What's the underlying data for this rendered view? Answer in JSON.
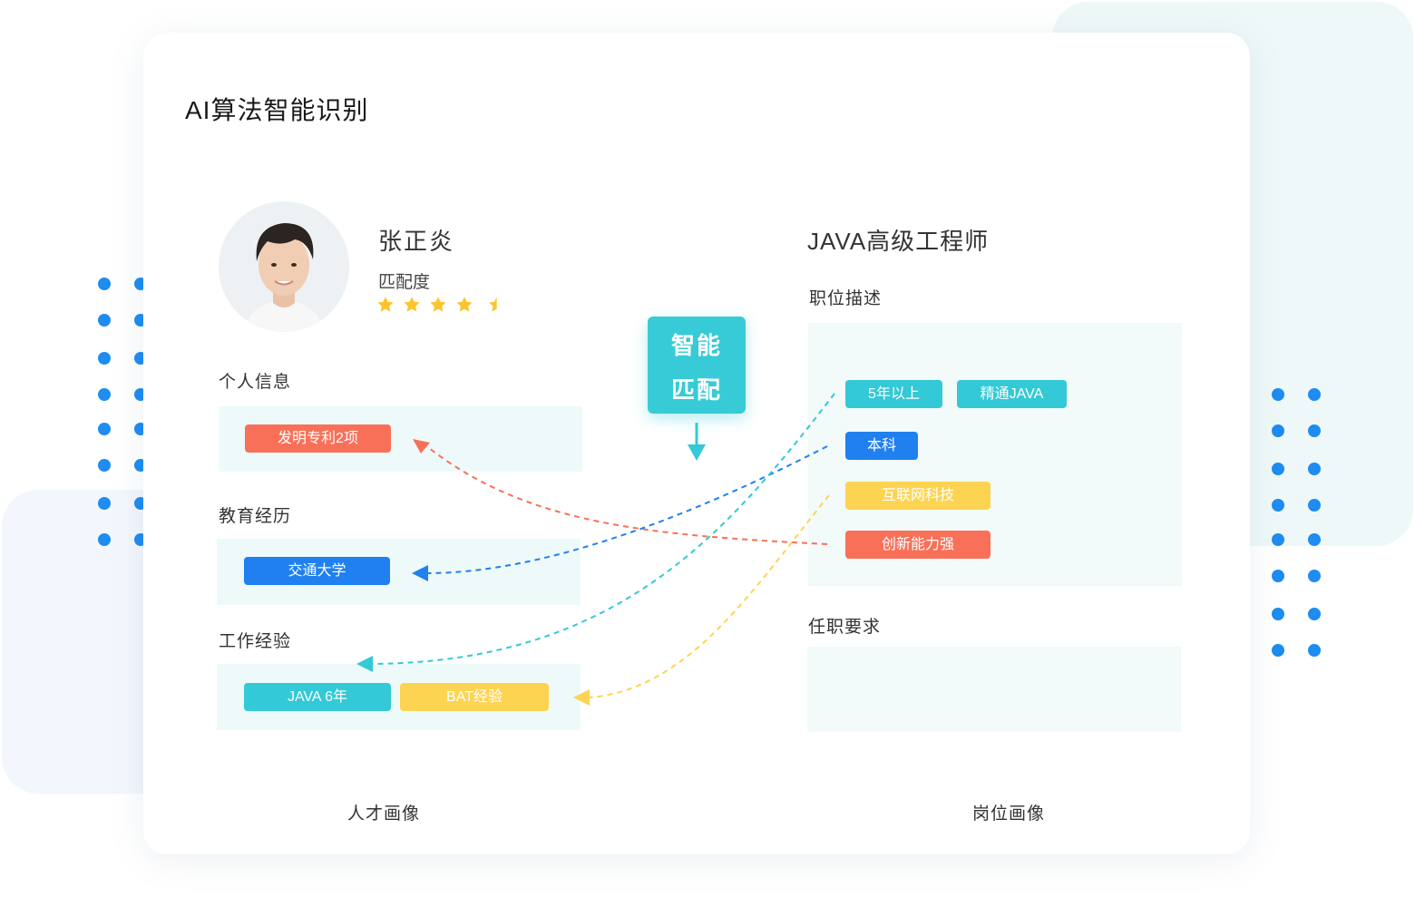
{
  "title": "AI算法智能识别",
  "candidate": {
    "name": "张正炎",
    "match_label": "匹配度",
    "rating": 4.5,
    "rating_max": 5
  },
  "sections": {
    "personal": "个人信息",
    "education": "教育经历",
    "work": "工作经验"
  },
  "candidate_tags": {
    "personal": [
      "发明专利2项"
    ],
    "education": [
      "交通大学"
    ],
    "work": [
      "JAVA 6年",
      "BAT经验"
    ]
  },
  "match_button": [
    "智能",
    "匹配"
  ],
  "job": {
    "title": "JAVA高级工程师",
    "desc_label": "职位描述",
    "req_label": "任职要求",
    "tags": [
      "5年以上",
      "精通JAVA",
      "本科",
      "互联网科技",
      "创新能力强"
    ]
  },
  "footer": {
    "left": "人才画像",
    "right": "岗位画像"
  },
  "colors": {
    "red": "#f97058",
    "blue": "#2080f0",
    "teal": "#33c9d6",
    "yellow": "#fdd452"
  }
}
